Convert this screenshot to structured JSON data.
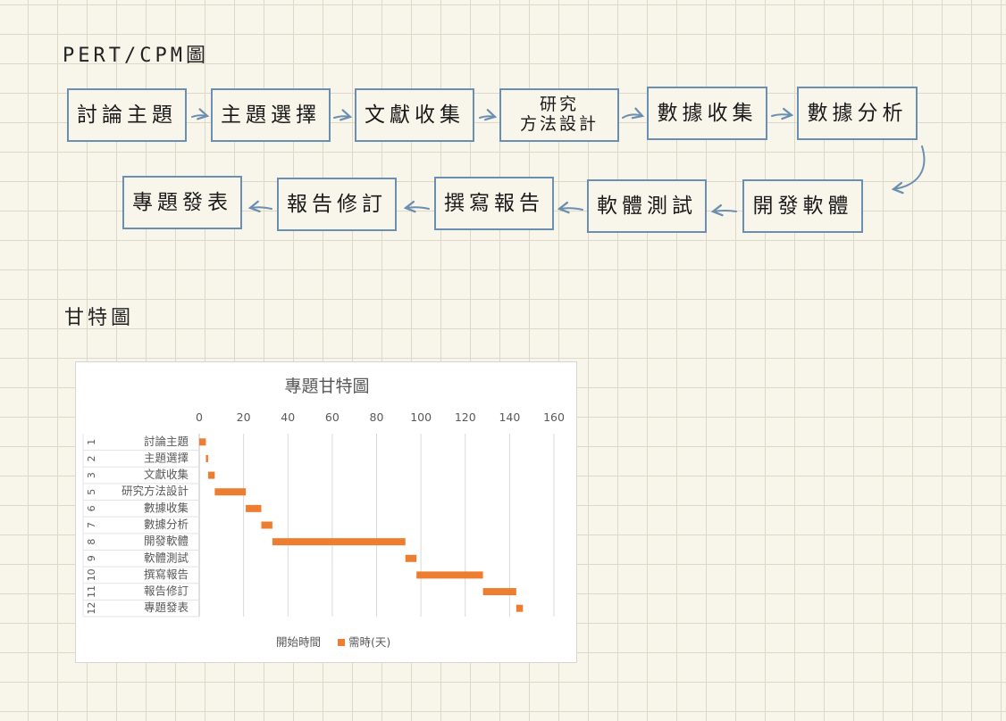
{
  "pert": {
    "title": "PERT/CPM圖",
    "nodes": [
      {
        "id": "n1",
        "label": "討論主題"
      },
      {
        "id": "n2",
        "label": "主題選擇"
      },
      {
        "id": "n3",
        "label": "文獻收集"
      },
      {
        "id": "n4",
        "label": "研究\n方法設計"
      },
      {
        "id": "n5",
        "label": "數據收集"
      },
      {
        "id": "n6",
        "label": "數據分析"
      },
      {
        "id": "n7",
        "label": "開發軟體"
      },
      {
        "id": "n8",
        "label": "軟體測試"
      },
      {
        "id": "n9",
        "label": "撰寫報告"
      },
      {
        "id": "n10",
        "label": "報告修訂"
      },
      {
        "id": "n11",
        "label": "專題發表"
      }
    ],
    "flow": [
      "n1",
      "n2",
      "n3",
      "n4",
      "n5",
      "n6",
      "n7",
      "n8",
      "n9",
      "n10",
      "n11"
    ],
    "line_color": "#6b8fb0"
  },
  "gantt": {
    "title": "甘特圖"
  },
  "chart_data": {
    "type": "bar",
    "orientation": "horizontal-stacked",
    "title": "專題甘特圖",
    "row_numbers": [
      "1",
      "2",
      "3",
      "5",
      "6",
      "7",
      "8",
      "9",
      "10",
      "11",
      "12"
    ],
    "categories": [
      "討論主題",
      "主題選擇",
      "文獻收集",
      "研究方法設計",
      "數據收集",
      "數據分析",
      "開發軟體",
      "軟體測試",
      "撰寫報告",
      "報告修訂",
      "專題發表"
    ],
    "series": [
      {
        "name": "開始時間",
        "values": [
          0,
          3,
          4,
          7,
          21,
          28,
          33,
          93,
          98,
          128,
          143
        ],
        "color": "none"
      },
      {
        "name": "需時(天)",
        "values": [
          3,
          1,
          3,
          14,
          7,
          5,
          60,
          5,
          30,
          15,
          3
        ],
        "color": "#ed7d31"
      }
    ],
    "xlim": [
      0,
      160
    ],
    "xticks": [
      0,
      20,
      40,
      60,
      80,
      100,
      120,
      140,
      160
    ],
    "xaxis_position": "top",
    "grid": true,
    "legend": "bottom"
  }
}
